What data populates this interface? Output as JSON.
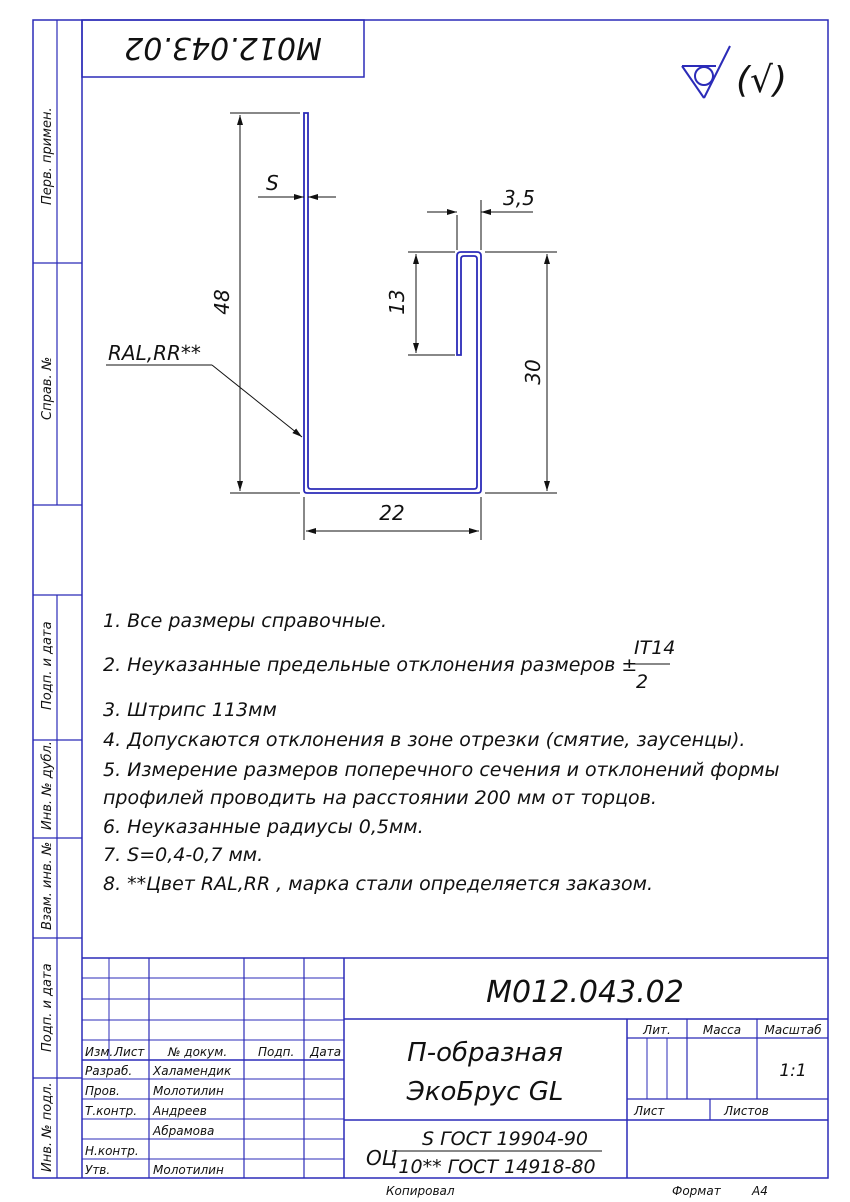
{
  "designation": "М012.043.02",
  "designation_top": "М012.043.02",
  "roughness": "(√)",
  "dims": {
    "s": "S",
    "d35": "3,5",
    "d48": "48",
    "d13": "13",
    "d30": "30",
    "d22": "22",
    "coating": "RAL,RR**"
  },
  "side_labels": {
    "perv_primen": "Перв. примен.",
    "sprav": "Справ. №",
    "podp_data_1": "Подп. и дата",
    "inv_dubl": "Инв. № дубл.",
    "vzam_inv": "Взам. инв. №",
    "podp_data_2": "Подп. и дата",
    "inv_podl": "Инв. № подл."
  },
  "notes": {
    "n1": "1. Все размеры справочные.",
    "n2": "2. Неуказанные предельные отклонения размеров ±",
    "n2_num": "IT14",
    "n2_den": "2",
    "n3": "3. Штрипс 113мм",
    "n4": "4. Допускаются отклонения в зоне отрезки (смятие, заусенцы).",
    "n5a": "5. Измерение размеров поперечного сечения и отклонений формы",
    "n5b": "профилей проводить на расстоянии 200 мм от торцов.",
    "n6": "6. Неуказанные радиусы 0,5мм.",
    "n7": "7. S=0,4-0,7 мм.",
    "n8": "8. **Цвет RAL,RR , марка стали определяется заказом."
  },
  "title_block": {
    "name_line1": "П-образная",
    "name_line2": "ЭкоБрус GL",
    "material_prefix": "ОЦ",
    "material_top": "S ГОСТ 19904-90",
    "material_bottom": "10** ГОСТ 14918-80",
    "headers": {
      "izm": "Изм.",
      "list": "Лист",
      "n_dokum": "№ докум.",
      "podp": "Подп.",
      "data": "Дата"
    },
    "roles": {
      "razrab": "Разраб.",
      "prov": "Пров.",
      "tkontr": "Т.контр.",
      "nkontr": "Н.контр.",
      "utv": "Утв."
    },
    "people": {
      "razrab": "Халамендик",
      "prov": "Молотилин",
      "tkontr": "Андреев",
      "extra": "Абрамова",
      "utv": "Молотилин"
    },
    "lit": "Лит.",
    "massa": "Масса",
    "masshtab": "Масштаб",
    "scale": "1:1",
    "sheet": "Лист",
    "sheets": "Листов",
    "kopiroval": "Копировал",
    "format_label": "Формат",
    "format_value": "А4"
  }
}
